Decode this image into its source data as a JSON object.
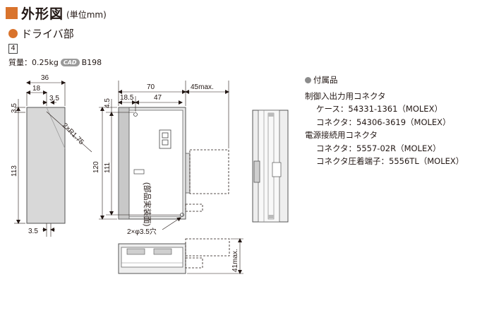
{
  "header": {
    "title": "外形図",
    "unit": "(単位mm)"
  },
  "subtitle": "ドライバ部",
  "page_number": "4",
  "mass": {
    "label": "質量：0.25kg",
    "cad_badge": "CAD",
    "cad_code": "B198"
  },
  "accessories": {
    "title": "付属品",
    "sections": [
      {
        "heading": "制御入出力用コネクタ",
        "items": [
          "ケース：54331-1361（MOLEX）",
          "コネクタ：54306-3619（MOLEX）"
        ]
      },
      {
        "heading": "電源接続用コネクタ",
        "items": [
          "コネクタ：5557-02R（MOLEX）",
          "コネクタ圧着端子：5556TL（MOLEX）"
        ]
      }
    ]
  },
  "dimensions": {
    "width_36": "36",
    "width_18": "18",
    "width_3_5_top": "3.5",
    "height_3_5_left": "3.5",
    "height_113": "113",
    "radius": "2×R1.75",
    "width_3_5_bottom": "3.5",
    "width_70": "70",
    "width_45max": "45max.",
    "width_18_5": "18.5",
    "width_47": "47",
    "height_4_5": "4.5",
    "height_120": "120",
    "height_111": "111",
    "hole": "2×φ3.5穴",
    "height_41max": "41max."
  },
  "panel_label": "(部品実装面)"
}
